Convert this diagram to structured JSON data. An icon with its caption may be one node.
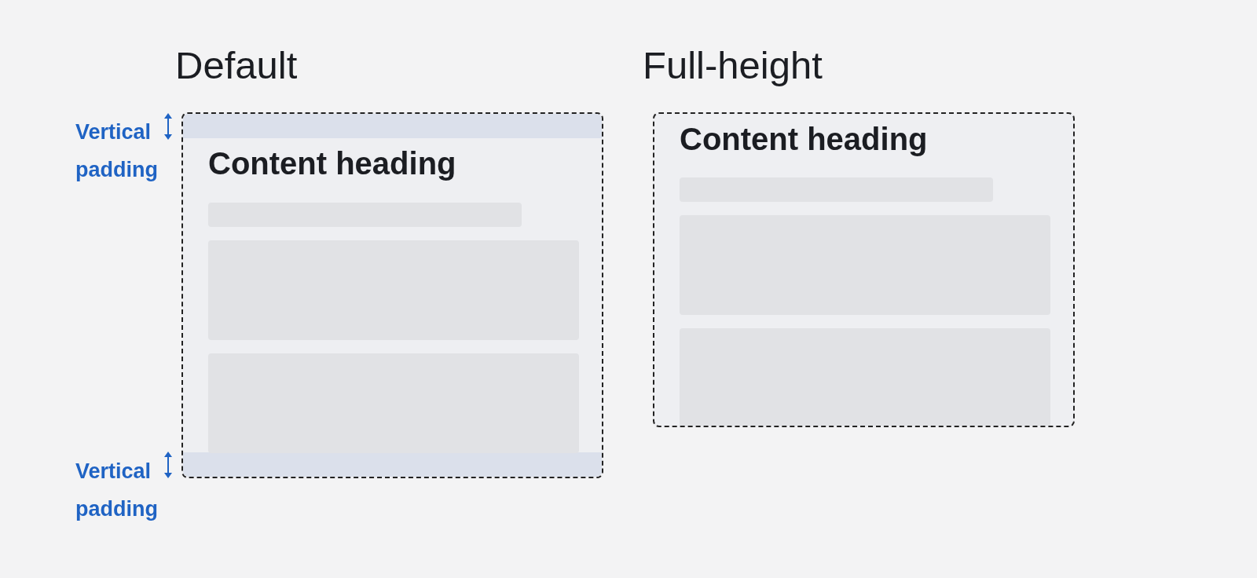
{
  "diagram": {
    "nodes": [
      {
        "text": [
          "Default",
          "Content heading"
        ]
      },
      {
        "text": [],
        "shape": "bar",
        "in": 0
      },
      {
        "text": [],
        "shape": "bar",
        "in": 0
      },
      {
        "text": [
          "Full-height",
          "Content heading"
        ]
      }
    ],
    "labels": [
      "Vertical padding",
      "Vertical padding"
    ]
  }
}
